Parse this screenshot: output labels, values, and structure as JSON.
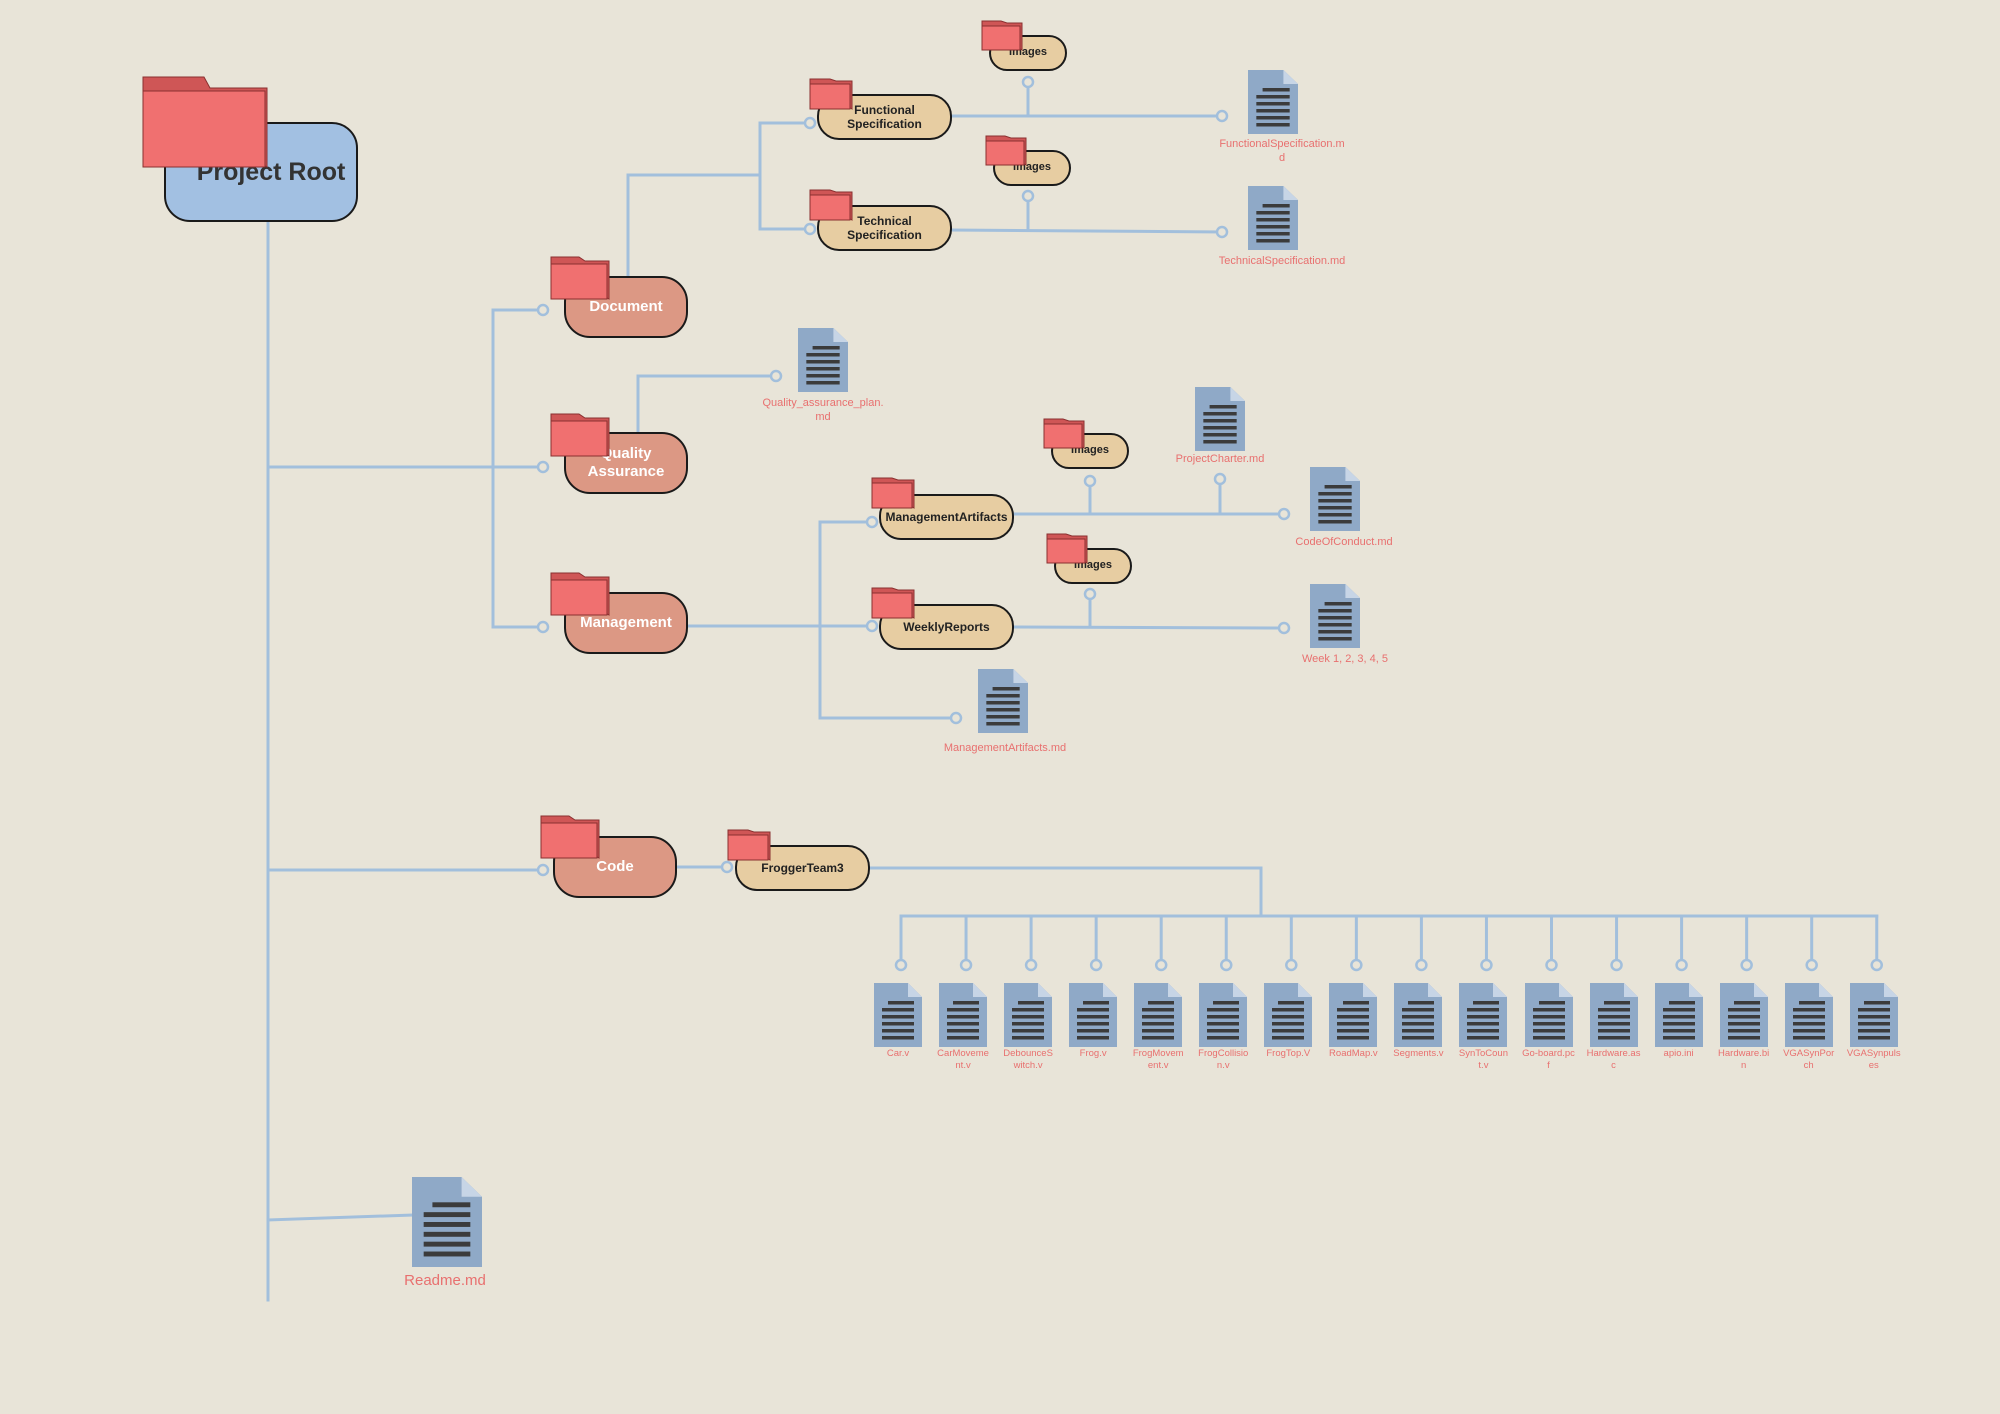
{
  "colors": {
    "background": "#e8e4d8",
    "connector": "#a2bfdc",
    "root_fill": "#a2c0e2",
    "category_fill": "#dc9884",
    "subfolder_fill": "#e7cda2",
    "folder_icon": "#f07070",
    "document_icon": "#8fa9c7",
    "file_label": "#e8706f"
  },
  "root": {
    "label": "Project Root",
    "icon": "folder-icon"
  },
  "categories": {
    "document": "Document",
    "quality_assurance": "Quality Assurance",
    "management": "Management",
    "code": "Code"
  },
  "folders": {
    "functional_specification": "Functional Specification",
    "technical_specification": "Technical Specification",
    "management_artifacts": "ManagementArtifacts",
    "weekly_reports": "WeeklyReports",
    "frogger_team3": "FroggerTeam3",
    "images": "Images"
  },
  "files": {
    "functional_spec_md": "FunctionalSpecification.md",
    "technical_spec_md": "TechnicalSpecification.md",
    "qa_plan_md": "Quality_assurance_plan.md",
    "project_charter_md": "ProjectCharter.md",
    "code_of_conduct_md": "CodeOfConduct.md",
    "week_reports": "Week 1, 2, 3, 4, 5",
    "management_artifacts_md": "ManagementArtifacts.md",
    "readme_md": "Readme.md"
  },
  "code_files": [
    "Car.v",
    "CarMovement.v",
    "DebounceSwitch.v",
    "Frog.v",
    "FrogMovement.v",
    "FrogCollision.v",
    "FrogTop.V",
    "RoadMap.v",
    "Segments.v",
    "SynToCount.v",
    "Go-board.pcf",
    "Hardware.asc",
    "apio.ini",
    "Hardware.bin",
    "VGASynPorch",
    "VGASynpulses"
  ]
}
